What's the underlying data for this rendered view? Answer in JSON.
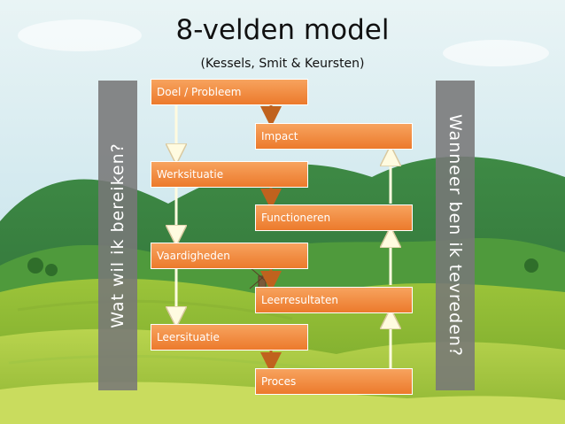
{
  "title": "8-velden model",
  "subtitle": "(Kessels, Smit & Keursten)",
  "left_label": "Wat wil ik bereiken?",
  "right_label": "Wanneer ben ik tevreden?",
  "boxes": {
    "doel": "Doel / Probleem",
    "impact": "Impact",
    "werksituatie": "Werksituatie",
    "functioneren": "Functioneren",
    "vaardigheden": "Vaardigheden",
    "leerresultaten": "Leerresultaten",
    "leersituatie": "Leersituatie",
    "proces": "Proces"
  },
  "colors": {
    "box": "#ec7a2c",
    "side_panel": "#787878",
    "sky": "#bfe0ec",
    "hills": "#3f8f3c"
  }
}
